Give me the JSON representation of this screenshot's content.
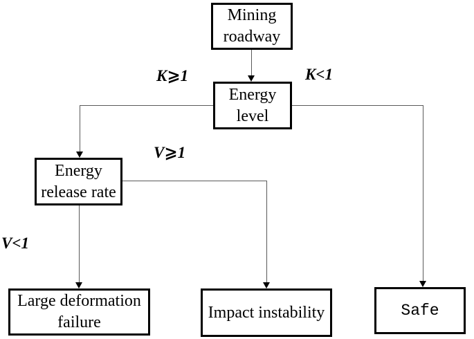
{
  "diagram": {
    "nodes": [
      {
        "id": "mining-roadway",
        "label": "Mining\nroadway"
      },
      {
        "id": "energy-level",
        "label": "Energy\nlevel"
      },
      {
        "id": "energy-release-rate",
        "label": "Energy\nrelease rate"
      },
      {
        "id": "large-deformation-failure",
        "label": "Large deformation\nfailure"
      },
      {
        "id": "impact-instability",
        "label": "Impact instability"
      },
      {
        "id": "safe",
        "label": "Safe"
      }
    ],
    "edge_labels": [
      {
        "id": "k-ge-1",
        "label": "K⩾1"
      },
      {
        "id": "k-lt-1",
        "label": "K<1"
      },
      {
        "id": "v-ge-1",
        "label": "V⩾1"
      },
      {
        "id": "v-lt-1",
        "label": "V<1"
      }
    ],
    "edges": [
      {
        "from": "mining-roadway",
        "to": "energy-level",
        "label": ""
      },
      {
        "from": "energy-level",
        "to": "energy-release-rate",
        "label": "K⩾1"
      },
      {
        "from": "energy-level",
        "to": "safe",
        "label": "K<1"
      },
      {
        "from": "energy-release-rate",
        "to": "impact-instability",
        "label": "V⩾1"
      },
      {
        "from": "energy-release-rate",
        "to": "large-deformation-failure",
        "label": "V<1"
      }
    ],
    "colors": {
      "box_border": "#000000",
      "connector_line": "#595959",
      "arrowhead": "#000000",
      "background": "#ffffff",
      "text": "#000000"
    }
  }
}
